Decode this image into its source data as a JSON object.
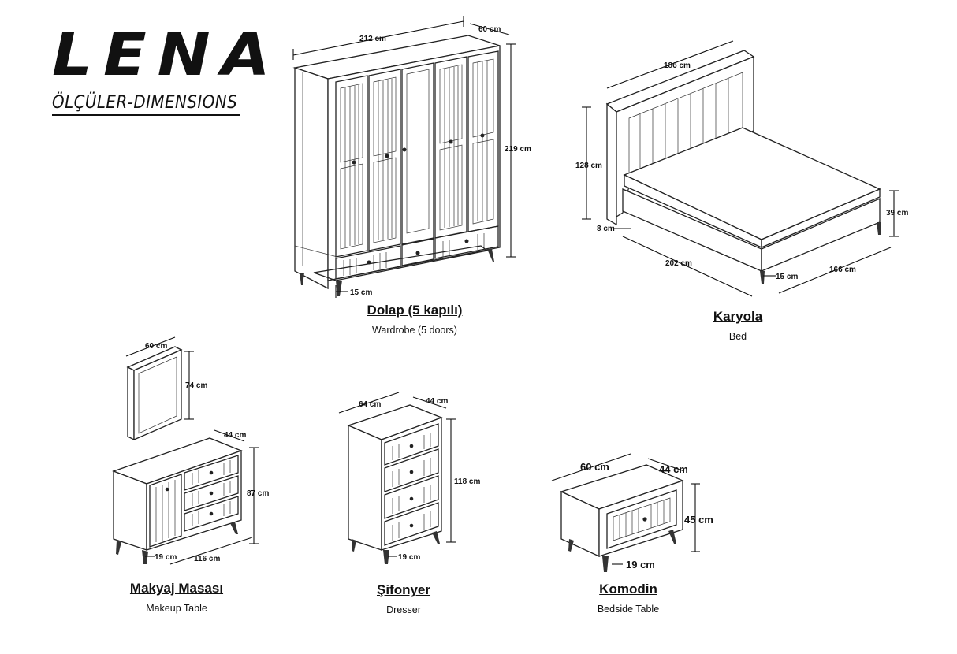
{
  "brand": {
    "title": "LENA",
    "subtitle": "ÖLÇÜLER-DIMENSIONS"
  },
  "items": {
    "wardrobe": {
      "name_tr": "Dolap (5 kapılı)",
      "name_en": "Wardrobe (5 doors)",
      "width": "212 cm",
      "depth": "60 cm",
      "height": "219 cm",
      "leg": "15 cm"
    },
    "bed": {
      "name_tr": "Karyola",
      "name_en": "Bed",
      "headboard_width": "186 cm",
      "headboard_height": "128 cm",
      "base_height": "8 cm",
      "length": "202 cm",
      "width": "166 cm",
      "height": "39 cm",
      "leg": "15 cm"
    },
    "makeup_table": {
      "name_tr": "Makyaj Masası",
      "name_en": "Makeup Table",
      "mirror_width": "60 cm",
      "mirror_height": "74 cm",
      "depth": "44 cm",
      "height": "87 cm",
      "width": "116 cm",
      "leg": "19 cm"
    },
    "dresser": {
      "name_tr": "Şifonyer",
      "name_en": "Dresser",
      "width": "64 cm",
      "depth": "44 cm",
      "height": "118 cm",
      "leg": "19 cm"
    },
    "bedside_table": {
      "name_tr": "Komodin",
      "name_en": "Bedside Table",
      "width": "60 cm",
      "depth": "44 cm",
      "height": "45 cm",
      "leg": "19 cm"
    }
  }
}
